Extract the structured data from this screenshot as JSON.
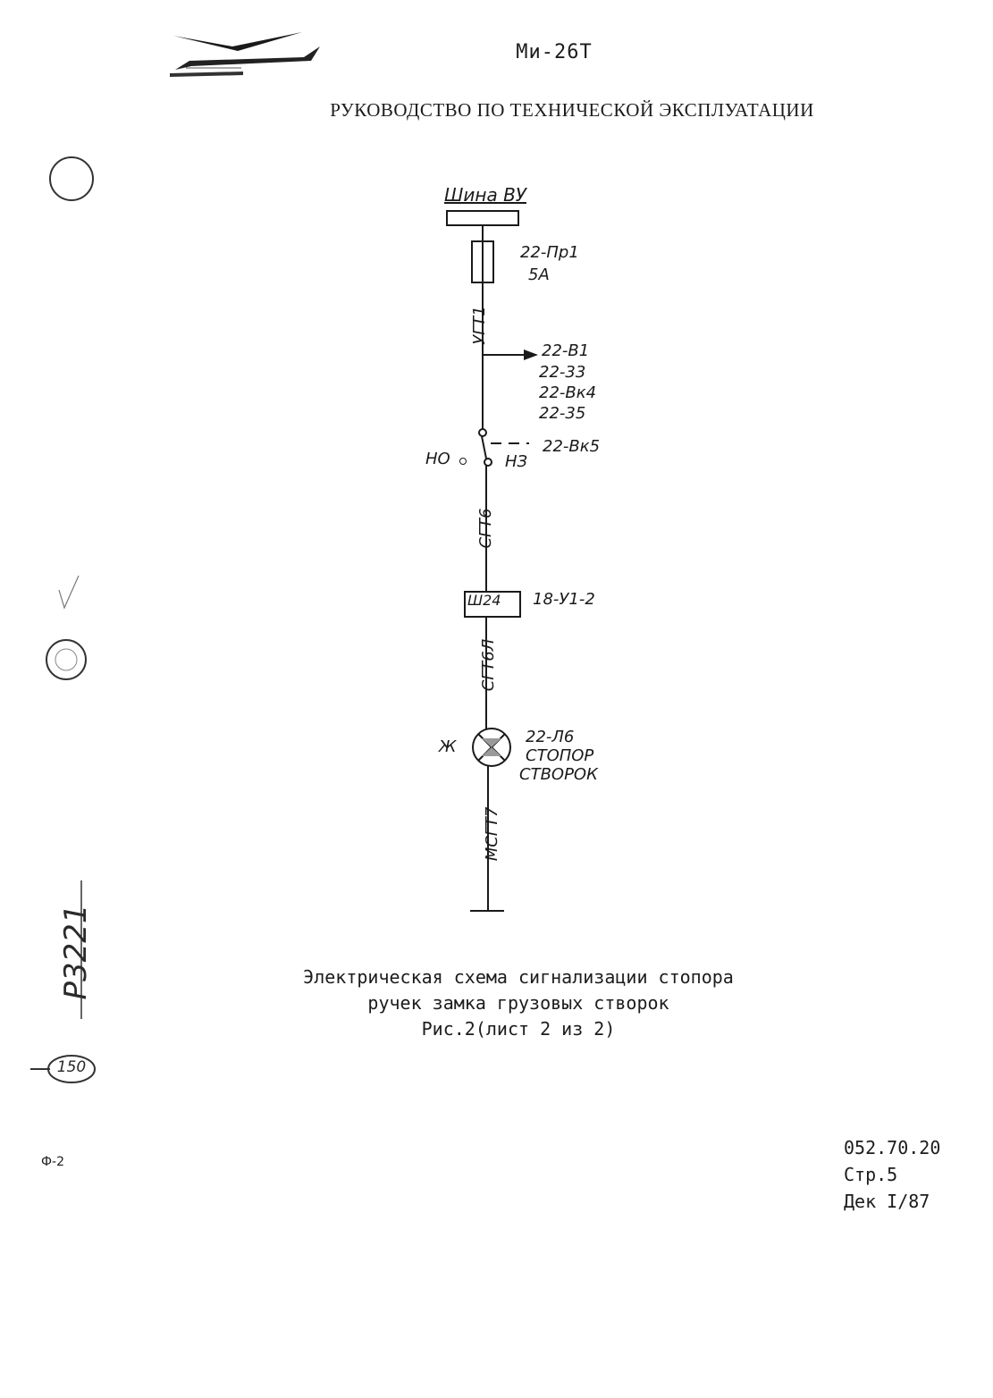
{
  "header": {
    "model": "Ми-26Т",
    "manual_title": "РУКОВОДСТВО ПО ТЕХНИЧЕСКОЙ ЭКСПЛУАТАЦИИ"
  },
  "schematic": {
    "bus_label": "Шина ВУ",
    "fuse_ref": "22-Пр1",
    "fuse_rating": "5А",
    "wire_1": "УГТ1",
    "branch_targets": [
      "22-В1",
      "22-33",
      "22-Вк4",
      "22-35"
    ],
    "switch_no": "НО",
    "switch_nc": "НЗ",
    "switch_ref": "22-Вк5",
    "wire_2": "СГТ6",
    "connector_label": "Ш24",
    "connector_ref": "18-У1-2",
    "wire_3": "СГТ6Л",
    "lamp_color": "Ж",
    "lamp_ref": "22-Л6",
    "lamp_name_1": "СТОПОР",
    "lamp_name_2": "СТВОРОК",
    "wire_4": "МСГТ7"
  },
  "caption": {
    "line1": "Электрическая схема сигнализации стопора",
    "line2": "ручек замка грузовых створок",
    "line3": "Рис.2(лист 2 из 2)"
  },
  "doc_info": {
    "code": "052.70.20",
    "page": "Стр.5",
    "date": "Дек I/87"
  },
  "margin": {
    "handwritten_number": "Р3221",
    "circled_number": "150",
    "form_mark": "Ф-2"
  }
}
